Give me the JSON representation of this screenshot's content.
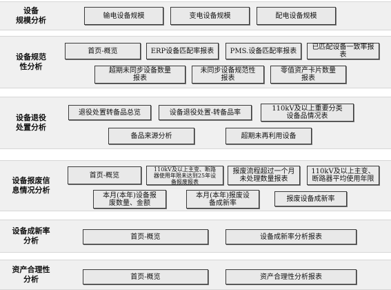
{
  "sections": [
    {
      "label": "设备\n规模分析",
      "items": [
        "输电设备规模",
        "变电设备规模",
        "配电设备规模"
      ]
    },
    {
      "label": "设备规范\n性分析",
      "items": [
        "首页-概览",
        "ERP设备匹配率报表",
        "PMS.设备匹配率报表",
        "已匹配设备一致率报\n表",
        "超期未同步设备数量\n报表",
        "未同步设备规范性\n报表",
        "零值资产卡片数量\n报表"
      ]
    },
    {
      "label": "设备退役\n处置分析",
      "items": [
        "退役处置转备品总览",
        "设备退役处置-转备品率",
        "110kV及以上重要分类\n设备品情况表",
        "备品来源分析",
        "超期未再利用设备"
      ]
    },
    {
      "label": "设备报废信\n息情况分析",
      "items": [
        "首页-概览",
        "110kV及以上主变、断路\n器使用年限未达到25年设\n备报废报表",
        "报废流程超过一个月\n未处理数量报表",
        "110kV及以上主变、\n断路器平均使用年限",
        "本月(本年)设备报\n废数量、金额",
        "本月(本年)报废设\n备成新率",
        "报废设备成新率"
      ]
    },
    {
      "label": "设备成新率\n分析",
      "items": [
        "首页-概览",
        "设备成新率分析报表"
      ]
    },
    {
      "label": "资产合理性\n分析",
      "items": [
        "首页-概览",
        "资产合理性分析报表"
      ]
    }
  ]
}
